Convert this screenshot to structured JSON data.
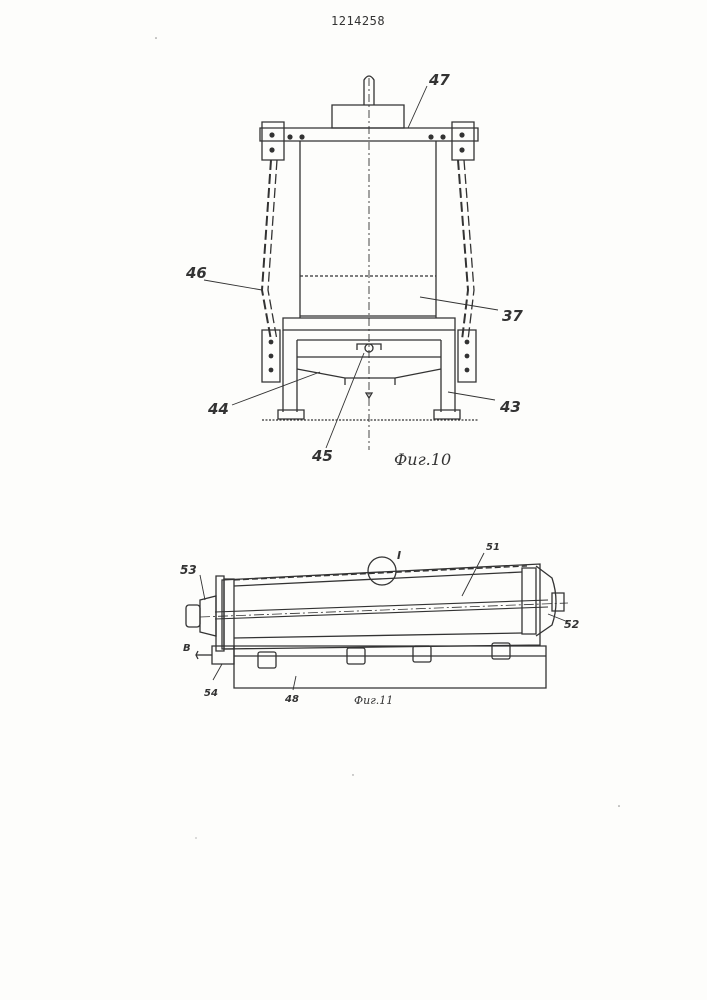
{
  "document": {
    "patent_number": "1214258"
  },
  "figure_10": {
    "caption": "Фиг.10",
    "labels": {
      "ref_47": "47",
      "ref_46": "46",
      "ref_37": "37",
      "ref_44": "44",
      "ref_43": "43",
      "ref_45": "45"
    }
  },
  "figure_11": {
    "caption": "Фиг.11",
    "labels": {
      "ref_53": "53",
      "ref_51": "51",
      "ref_I": "I",
      "ref_52": "52",
      "ref_B": "B",
      "ref_54": "54",
      "ref_48": "48"
    }
  }
}
